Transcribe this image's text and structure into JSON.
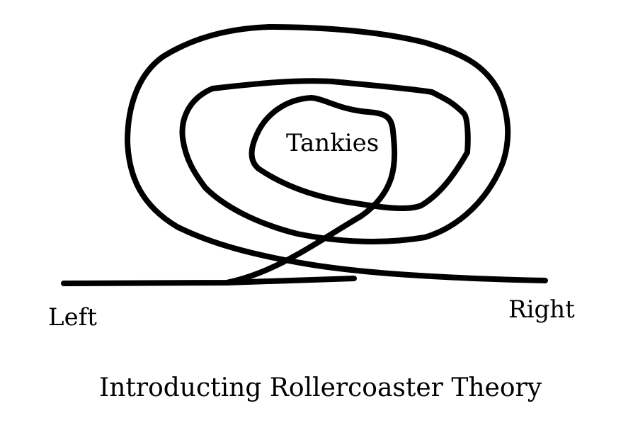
{
  "labels": {
    "center": "Tankies",
    "left": "Left",
    "right": "Right"
  },
  "caption": "Introducting Rollercoaster Theory",
  "colors": {
    "stroke": "#000000",
    "background": "#ffffff"
  }
}
